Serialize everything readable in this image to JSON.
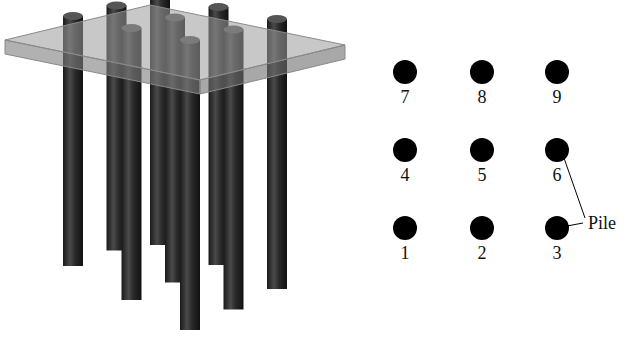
{
  "diagram": {
    "labels": [
      "7",
      "8",
      "9",
      "4",
      "5",
      "6",
      "1",
      "2",
      "3",
      "Pile"
    ]
  }
}
